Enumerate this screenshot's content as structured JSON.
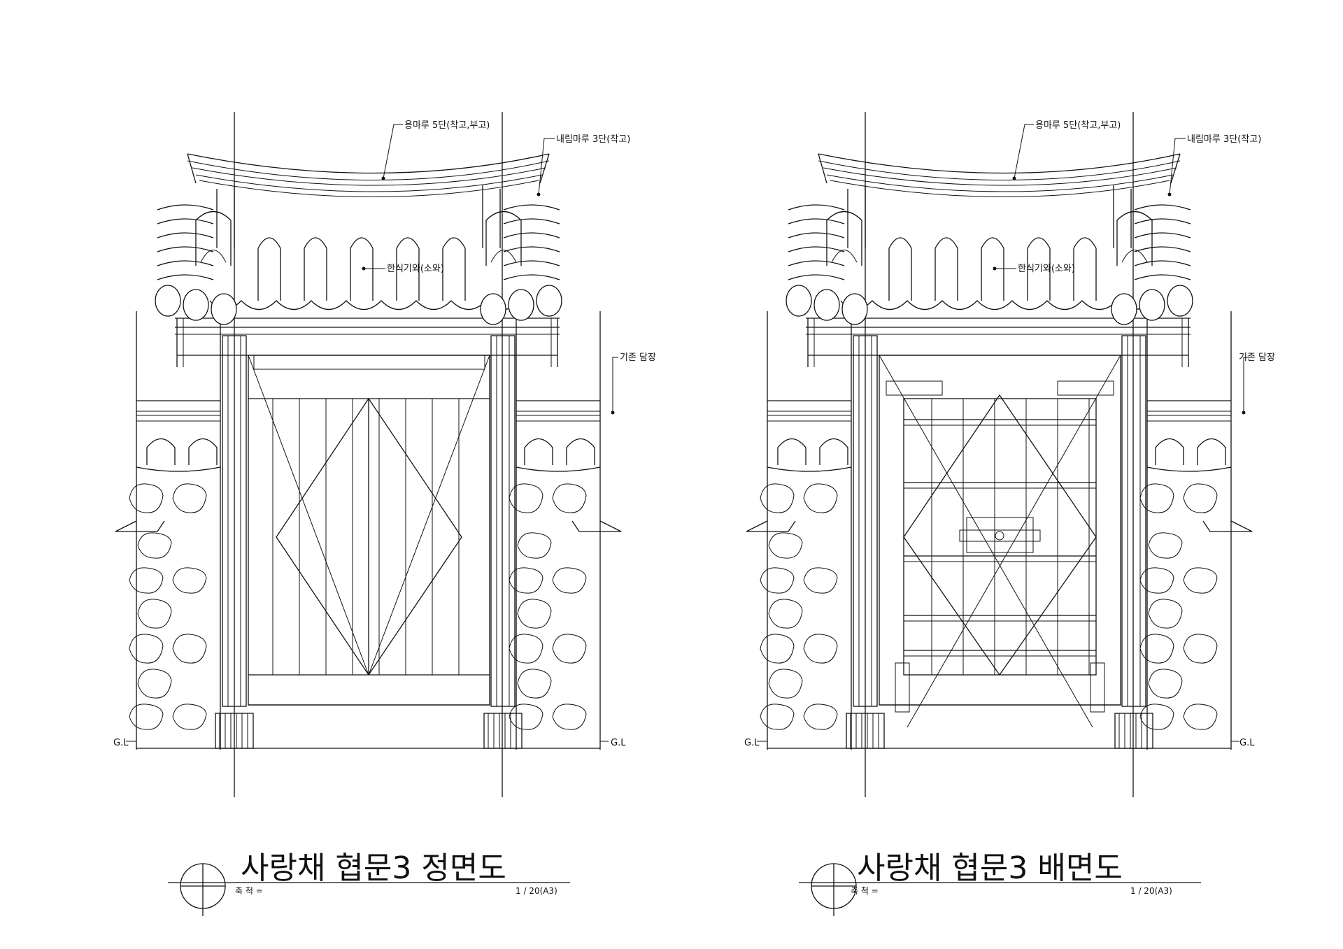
{
  "elevations": [
    {
      "id": "front",
      "labels": {
        "ridge": "용마루 5단(착고,부고)",
        "hip": "내림마루 3단(착고)",
        "tile": "한식기와(소와)",
        "wall": "기존 담장",
        "gl_left": "G.L",
        "gl_right": "G.L"
      },
      "title": "사랑채 협문3 정면도",
      "scale_label": "축 척 =",
      "scale_value": "1 / 20(A3)"
    },
    {
      "id": "rear",
      "labels": {
        "ridge": "용마루 5단(착고,부고)",
        "hip": "내림마루 3단(착고)",
        "tile": "한식기와(소와)",
        "wall": "기존 담장",
        "gl_left": "G.L",
        "gl_right": "G.L"
      },
      "title": "사랑채 협문3 배면도",
      "scale_label": "축 척 =",
      "scale_value": "1 / 20(A3)"
    }
  ]
}
